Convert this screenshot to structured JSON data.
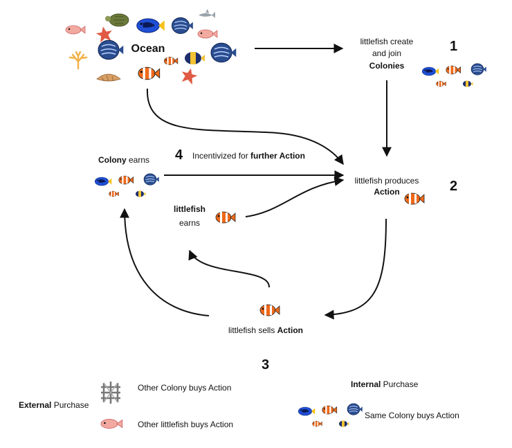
{
  "ocean": {
    "label": "Ocean"
  },
  "step1": {
    "number": "1",
    "line1": "littlefish create",
    "line2": "and join",
    "bold": "Colonies"
  },
  "step2": {
    "number": "2",
    "line1": "littlefish produces",
    "bold": "Action"
  },
  "step3": {
    "number": "3",
    "pre": "littlefish sells ",
    "bold": "Action"
  },
  "step4": {
    "number": "4",
    "pre": "Incentivized for ",
    "bold": "further Action"
  },
  "colony_earns": {
    "bold": "Colony",
    "rest": " earns"
  },
  "littlefish_earns": {
    "bold": "littlefish",
    "rest": "earns"
  },
  "external": {
    "bold": "External",
    "rest": " Purchase",
    "colony": "Other Colony buys Action",
    "littlefish": "Other littlefish buys Action"
  },
  "internal": {
    "bold": "Internal",
    "rest": " Purchase",
    "colony": "Same Colony buys Action"
  },
  "colors": {
    "clownfish_orange": "#f06a1a",
    "tang_blue": "#1f4fd6",
    "angelfish_blue": "#2a4d8f",
    "coral_pink": "#e9826b",
    "starfish": "#e05a44",
    "turtle": "#6b7a3a",
    "shell": "#d8a066",
    "coral_yellow": "#f2b24a",
    "fish_pink": "#f2a9a0",
    "shark_grey": "#9aa3ab"
  }
}
